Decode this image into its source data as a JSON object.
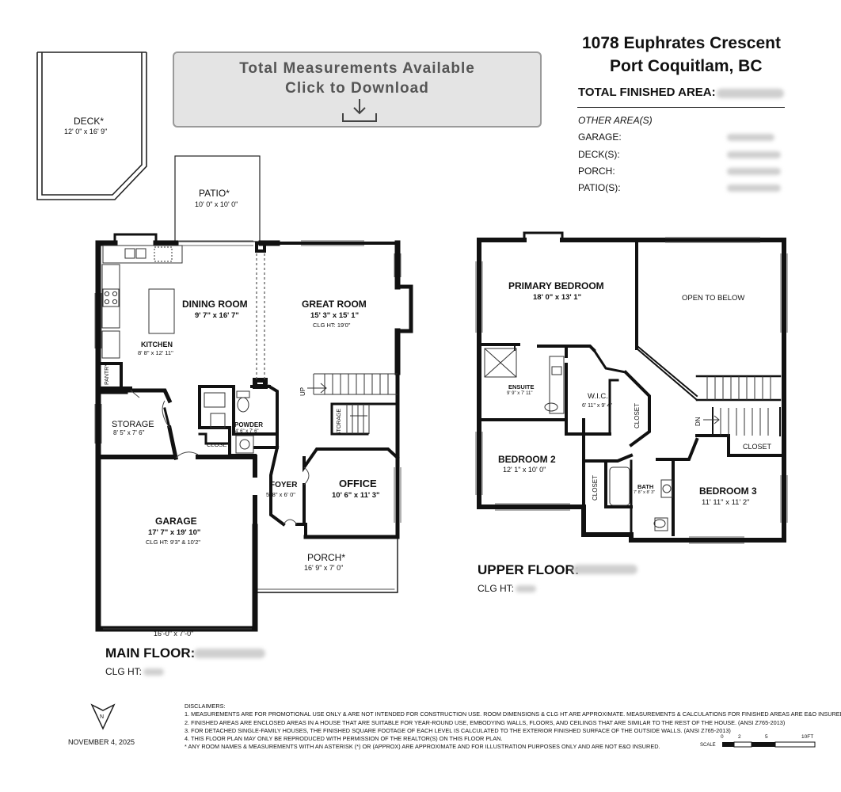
{
  "header": {
    "address_line1": "1078 Euphrates Crescent",
    "address_line2": "Port Coquitlam, BC",
    "total_finished_label": "TOTAL FINISHED AREA:",
    "other_areas_label": "OTHER AREA(S)",
    "other_areas": [
      {
        "label": "GARAGE:"
      },
      {
        "label": "DECK(S):"
      },
      {
        "label": "PORCH:"
      },
      {
        "label": "PATIO(S):"
      }
    ]
  },
  "download_banner": {
    "line1": "Total Measurements Available",
    "line2": "Click to Download",
    "icon": "download-icon"
  },
  "main_floor": {
    "label": "MAIN FLOOR:",
    "clg_label": "CLG HT:",
    "rooms": {
      "deck": {
        "name": "DECK*",
        "dims": "12' 0\" x 16' 9\""
      },
      "patio": {
        "name": "PATIO*",
        "dims": "10' 0\" x 10' 0\""
      },
      "dining": {
        "name": "DINING ROOM",
        "dims": "9' 7\" x 16' 7\""
      },
      "great": {
        "name": "GREAT ROOM",
        "dims": "15' 3\" x 15' 1\"",
        "clg": "CLG HT: 19'0\""
      },
      "kitchen": {
        "name": "KITCHEN",
        "dims": "8' 8\" x 12' 11\""
      },
      "pantry": {
        "name": "PANTRY"
      },
      "storage": {
        "name": "STORAGE",
        "dims": "8' 5\" x 7' 6\""
      },
      "storage_small": {
        "name": "STORAGE"
      },
      "powder": {
        "name": "POWDER",
        "dims": "4' 6\" x 7' 6\""
      },
      "closet": {
        "name": "CLOSET"
      },
      "foyer": {
        "name": "FOYER",
        "dims": "5' 8\" x 6' 0\""
      },
      "office": {
        "name": "OFFICE",
        "dims": "10' 6\" x 11' 3\""
      },
      "porch": {
        "name": "PORCH*",
        "dims": "16' 9\" x 7' 0\""
      },
      "garage": {
        "name": "GARAGE",
        "dims": "17' 7\" x 19' 10\"",
        "clg": "CLG HT:  9'3\" & 10'2\""
      },
      "garage_door": {
        "dims": "16'-0\" x 7'-0\""
      },
      "up": {
        "name": "UP"
      }
    }
  },
  "upper_floor": {
    "label": "UPPER FLOOR:",
    "clg_label": "CLG HT:",
    "rooms": {
      "primary": {
        "name": "PRIMARY BEDROOM",
        "dims": "18' 0\" x 13' 1\""
      },
      "open": {
        "name": "OPEN TO BELOW"
      },
      "ensuite": {
        "name": "ENSUITE",
        "dims": "9' 9\" x 7' 11\""
      },
      "wic": {
        "name": "W.I.C.",
        "dims": "6' 11\" x 9' 4\""
      },
      "closet_a": {
        "name": "CLOSET"
      },
      "closet_b": {
        "name": "CLOSET"
      },
      "closet_c": {
        "name": "CLOSET"
      },
      "bedroom2": {
        "name": "BEDROOM 2",
        "dims": "12' 1\" x 10' 0\""
      },
      "bath": {
        "name": "BATH",
        "dims": "7' 8\" x 8' 3\""
      },
      "bedroom3": {
        "name": "BEDROOM 3",
        "dims": "11' 11\" x 11' 2\""
      },
      "dn": {
        "name": "DN"
      }
    }
  },
  "footer": {
    "north": "N",
    "date": "NOVEMBER 4, 2025",
    "disclaimers_title": "DISCLAIMERS:",
    "disclaimers": [
      "1. MEASUREMENTS ARE FOR PROMOTIONAL USE ONLY & ARE NOT INTENDED FOR CONSTRUCTION USE. ROOM DIMENSIONS & CLG HT ARE APPROXIMATE. MEASUREMENTS & CALCULATIONS FOR FINISHED AREAS ARE E&O INSURED.",
      "2. FINISHED AREAS ARE ENCLOSED AREAS IN A HOUSE THAT ARE SUITABLE FOR YEAR-ROUND USE, EMBODYING WALLS, FLOORS, AND CEILINGS THAT ARE SIMILAR TO THE REST OF THE HOUSE. (ANSI Z765-2013)",
      "3. FOR DETACHED SINGLE-FAMILY HOUSES, THE FINISHED SQUARE FOOTAGE OF EACH LEVEL IS CALCULATED TO THE EXTERIOR FINISHED SURFACE OF THE OUTSIDE WALLS. (ANSI Z765-2013)",
      "4. THIS FLOOR PLAN MAY ONLY BE REPRODUCED WITH PERMISSION OF THE REALTOR(S) ON THIS FLOOR PLAN.",
      "* ANY ROOM NAMES & MEASUREMENTS WITH AN ASTERISK (*) OR (APPROX) ARE APPROXIMATE AND FOR ILLUSTRATION PURPOSES ONLY AND ARE NOT E&O INSURED."
    ],
    "scale": {
      "label": "SCALE",
      "ticks": [
        "0",
        "2",
        "5",
        "10FT"
      ]
    }
  }
}
